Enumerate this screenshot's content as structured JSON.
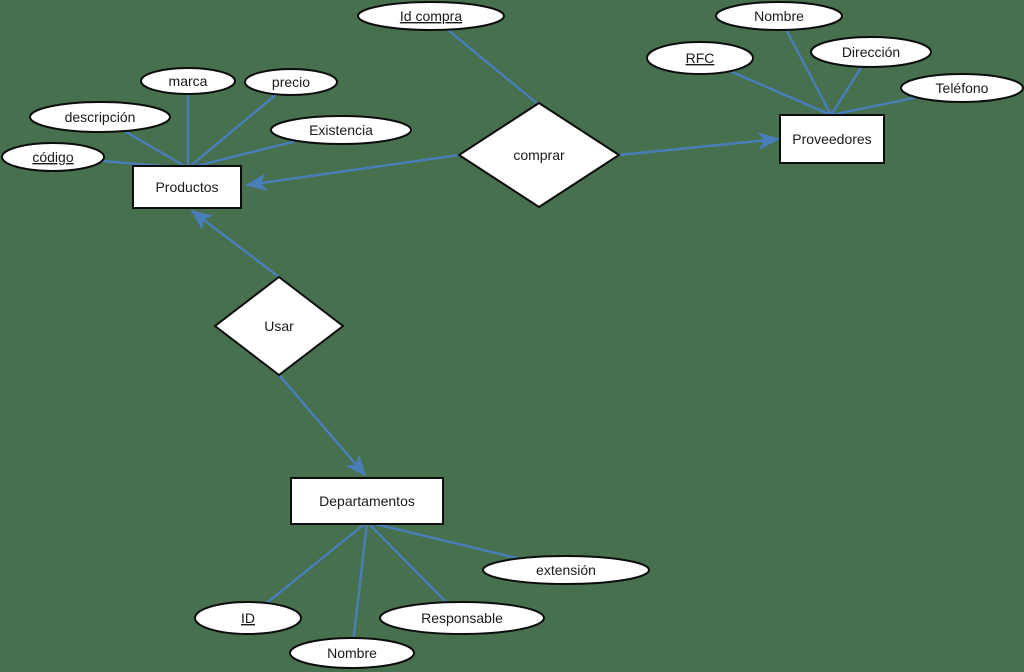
{
  "diagram": {
    "type": "entity-relationship-diagram",
    "language": "es",
    "colors": {
      "background": "#46704E",
      "connector_blue": "#4A7EBB",
      "shape_fill": "#FFFFFF",
      "shape_border": "#0D0D0D",
      "text": "#1A1A1A"
    }
  },
  "entities": {
    "productos": {
      "label": "Productos"
    },
    "proveedores": {
      "label": "Proveedores"
    },
    "departamentos": {
      "label": "Departamentos"
    }
  },
  "relationships": {
    "comprar": {
      "label": "comprar",
      "connects": [
        "Productos",
        "Proveedores"
      ]
    },
    "usar": {
      "label": "Usar",
      "connects": [
        "Productos",
        "Departamentos"
      ]
    }
  },
  "attributes": {
    "codigo": {
      "label": "código",
      "owner": "Productos",
      "primary_key": true
    },
    "descripcion": {
      "label": "descripción",
      "owner": "Productos",
      "primary_key": false
    },
    "marca": {
      "label": "marca",
      "owner": "Productos",
      "primary_key": false
    },
    "precio": {
      "label": "precio",
      "owner": "Productos",
      "primary_key": false
    },
    "existencia": {
      "label": "Existencia",
      "owner": "Productos",
      "primary_key": false
    },
    "id_compra": {
      "label": "Id compra",
      "owner": "comprar",
      "primary_key": true
    },
    "rfc": {
      "label": "RFC",
      "owner": "Proveedores",
      "primary_key": true
    },
    "nombre_proveedor": {
      "label": "Nombre",
      "owner": "Proveedores",
      "primary_key": false
    },
    "direccion": {
      "label": "Dirección",
      "owner": "Proveedores",
      "primary_key": false
    },
    "telefono": {
      "label": "Teléfono",
      "owner": "Proveedores",
      "primary_key": false
    },
    "id_departamento": {
      "label": "ID",
      "owner": "Departamentos",
      "primary_key": true
    },
    "nombre_departamento": {
      "label": "Nombre",
      "owner": "Departamentos",
      "primary_key": false
    },
    "responsable": {
      "label": "Responsable",
      "owner": "Departamentos",
      "primary_key": false
    },
    "extension": {
      "label": "extensión",
      "owner": "Departamentos",
      "primary_key": false
    }
  }
}
